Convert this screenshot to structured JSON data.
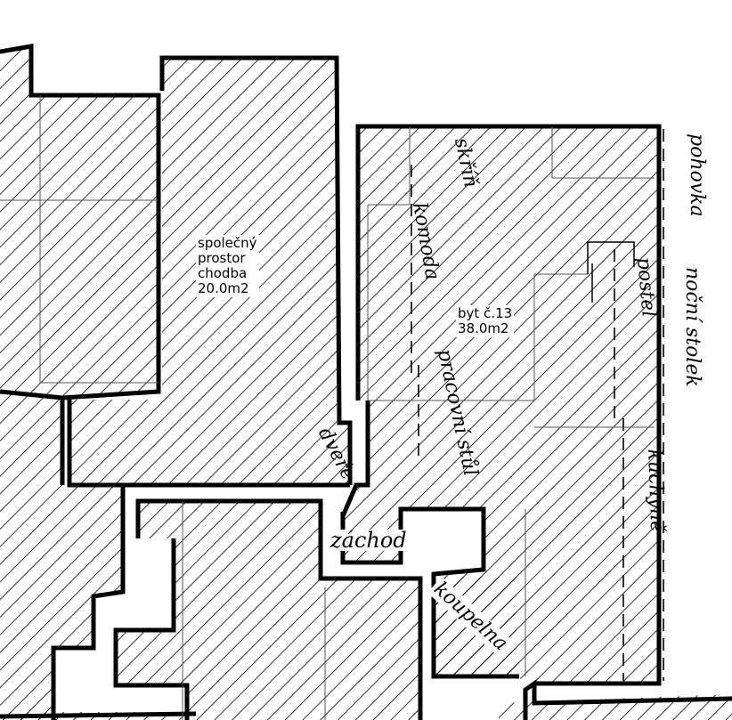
{
  "rooms": {
    "corridor": {
      "name_line1": "společný",
      "name_line2": "prostor",
      "name_line3": "chodba",
      "area": "20.0m2"
    },
    "apartment": {
      "name": "byt č.13",
      "area": "38.0m2"
    }
  },
  "annotations": {
    "pohovka": "pohovka",
    "nocni_stolek": "noční stolek",
    "skrin": "skříň",
    "komoda": "komoda",
    "postel": "postel",
    "pracovni_stul": "pracovní stůl",
    "kuchyne": "kuchyně",
    "dvere": "dveře",
    "zachod": "záchod",
    "koupelna": "koupelna"
  },
  "colors": {
    "ink": "#000000",
    "paper": "#ffffff"
  }
}
